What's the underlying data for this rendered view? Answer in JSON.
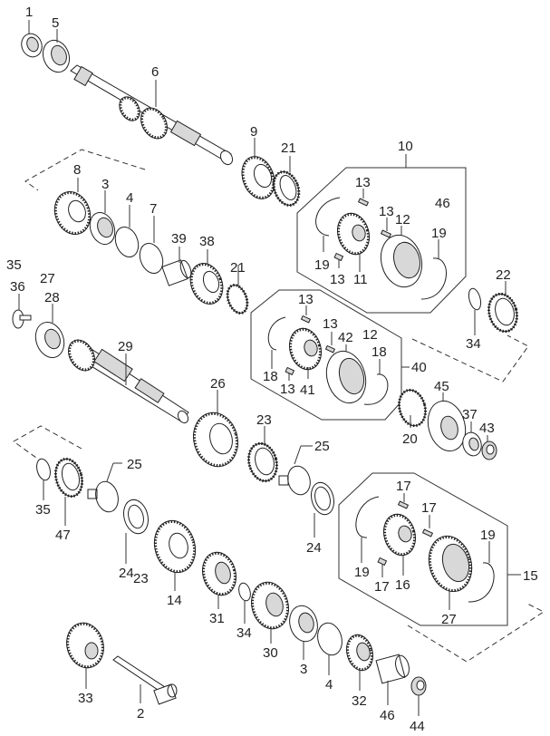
{
  "title": "Transaxle gear / shaft exploded parts diagram",
  "colors": {
    "line": "#333333",
    "part_fill": "#ffffff",
    "part_shade": "#d8d8d8",
    "background": "#ffffff"
  },
  "groups": {
    "sync_assembly_upper": {
      "callout": "10",
      "parts": [
        "11",
        "12",
        "13",
        "19",
        "46"
      ]
    },
    "sync_assembly_middle": {
      "callout": "40",
      "parts": [
        "41",
        "42",
        "12",
        "13",
        "18"
      ]
    },
    "sync_assembly_lower": {
      "callout": "15",
      "parts": [
        "16",
        "27",
        "17",
        "19"
      ]
    }
  },
  "labels": [
    {
      "id": "1",
      "text": "1"
    },
    {
      "id": "5",
      "text": "5"
    },
    {
      "id": "6",
      "text": "6"
    },
    {
      "id": "9",
      "text": "9"
    },
    {
      "id": "21a",
      "text": "21"
    },
    {
      "id": "10",
      "text": "10"
    },
    {
      "id": "8",
      "text": "8"
    },
    {
      "id": "3a",
      "text": "3"
    },
    {
      "id": "4a",
      "text": "4"
    },
    {
      "id": "7",
      "text": "7"
    },
    {
      "id": "39",
      "text": "39"
    },
    {
      "id": "38",
      "text": "38"
    },
    {
      "id": "21b",
      "text": "21"
    },
    {
      "id": "13a",
      "text": "13"
    },
    {
      "id": "13b",
      "text": "13"
    },
    {
      "id": "12a",
      "text": "12"
    },
    {
      "id": "46a",
      "text": "46"
    },
    {
      "id": "19a",
      "text": "19"
    },
    {
      "id": "19b",
      "text": "19"
    },
    {
      "id": "13c",
      "text": "13"
    },
    {
      "id": "11",
      "text": "11"
    },
    {
      "id": "35a",
      "text": "35"
    },
    {
      "id": "27a",
      "text": "27"
    },
    {
      "id": "36",
      "text": "36"
    },
    {
      "id": "28",
      "text": "28"
    },
    {
      "id": "22",
      "text": "22"
    },
    {
      "id": "34a",
      "text": "34"
    },
    {
      "id": "13d",
      "text": "13"
    },
    {
      "id": "13e",
      "text": "13"
    },
    {
      "id": "42",
      "text": "42"
    },
    {
      "id": "12b",
      "text": "12"
    },
    {
      "id": "18a",
      "text": "18"
    },
    {
      "id": "18b",
      "text": "18"
    },
    {
      "id": "13f",
      "text": "13"
    },
    {
      "id": "41",
      "text": "41"
    },
    {
      "id": "40",
      "text": "40"
    },
    {
      "id": "29",
      "text": "29"
    },
    {
      "id": "26",
      "text": "26"
    },
    {
      "id": "23a",
      "text": "23"
    },
    {
      "id": "25a",
      "text": "25"
    },
    {
      "id": "45",
      "text": "45"
    },
    {
      "id": "37",
      "text": "37"
    },
    {
      "id": "43",
      "text": "43"
    },
    {
      "id": "20",
      "text": "20"
    },
    {
      "id": "24a",
      "text": "24"
    },
    {
      "id": "35b",
      "text": "35"
    },
    {
      "id": "47",
      "text": "47"
    },
    {
      "id": "25b",
      "text": "25"
    },
    {
      "id": "24b",
      "text": "24"
    },
    {
      "id": "23b",
      "text": "23"
    },
    {
      "id": "14",
      "text": "14"
    },
    {
      "id": "17a",
      "text": "17"
    },
    {
      "id": "17b",
      "text": "17"
    },
    {
      "id": "17c",
      "text": "17"
    },
    {
      "id": "19c",
      "text": "19"
    },
    {
      "id": "19d",
      "text": "19"
    },
    {
      "id": "16",
      "text": "16"
    },
    {
      "id": "27b",
      "text": "27"
    },
    {
      "id": "15",
      "text": "15"
    },
    {
      "id": "31",
      "text": "31"
    },
    {
      "id": "34b",
      "text": "34"
    },
    {
      "id": "30",
      "text": "30"
    },
    {
      "id": "3b",
      "text": "3"
    },
    {
      "id": "4b",
      "text": "4"
    },
    {
      "id": "32",
      "text": "32"
    },
    {
      "id": "46b",
      "text": "46"
    },
    {
      "id": "44",
      "text": "44"
    },
    {
      "id": "33",
      "text": "33"
    },
    {
      "id": "2",
      "text": "2"
    }
  ]
}
